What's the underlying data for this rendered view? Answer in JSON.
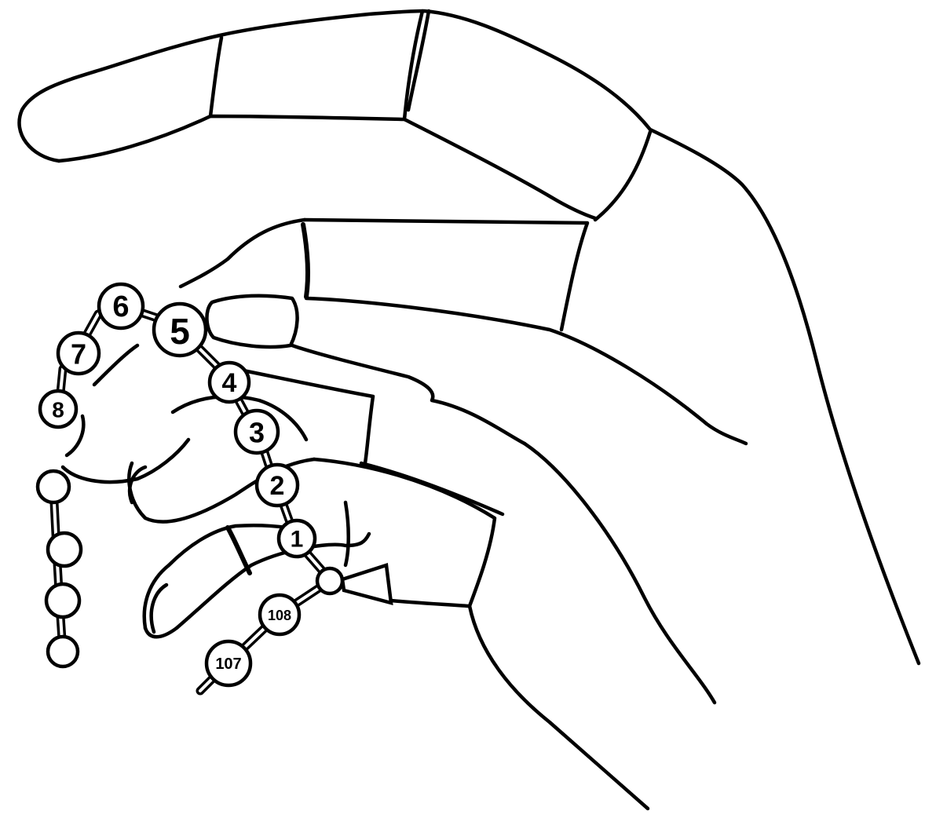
{
  "image": {
    "subject": "hand holding mala beads",
    "line_color": "#000000",
    "background_color": "#ffffff"
  },
  "beads": {
    "numbered": [
      {
        "label": "1"
      },
      {
        "label": "2"
      },
      {
        "label": "3"
      },
      {
        "label": "4"
      },
      {
        "label": "5"
      },
      {
        "label": "6"
      },
      {
        "label": "7"
      },
      {
        "label": "8"
      },
      {
        "label": "108"
      },
      {
        "label": "107"
      }
    ]
  }
}
